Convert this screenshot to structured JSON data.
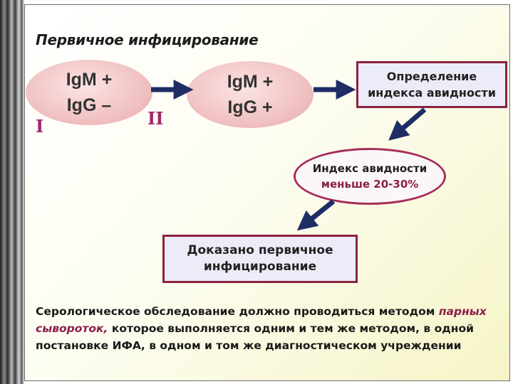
{
  "title": "Первичное инфицирование",
  "stage1": {
    "line1": "IgM +",
    "line2": "IgG –",
    "roman": "I"
  },
  "stage2": {
    "line1": "IgM +",
    "line2": "IgG +",
    "roman": "II"
  },
  "box_avidity_index": {
    "line1": "Определение",
    "line2": "индекса авидности"
  },
  "avidity_result": {
    "line1": "Индекс авидности",
    "line2": "меньше 20-30%"
  },
  "box_conclusion": {
    "line1": "Доказано первичное",
    "line2": "инфицирование"
  },
  "paragraph": {
    "part1": "Серологическое обследование должно проводиться методом ",
    "emphasis": "парных сывороток,",
    "part2": " которое выполняется одним и тем же методом, в одной постановке ИФА, в одном и том же диагностическом учреждении"
  },
  "colors": {
    "arrow": "#1f2d66",
    "accent": "#8b1f4a",
    "roman": "#a0296c",
    "box_border": "#8b2240"
  }
}
